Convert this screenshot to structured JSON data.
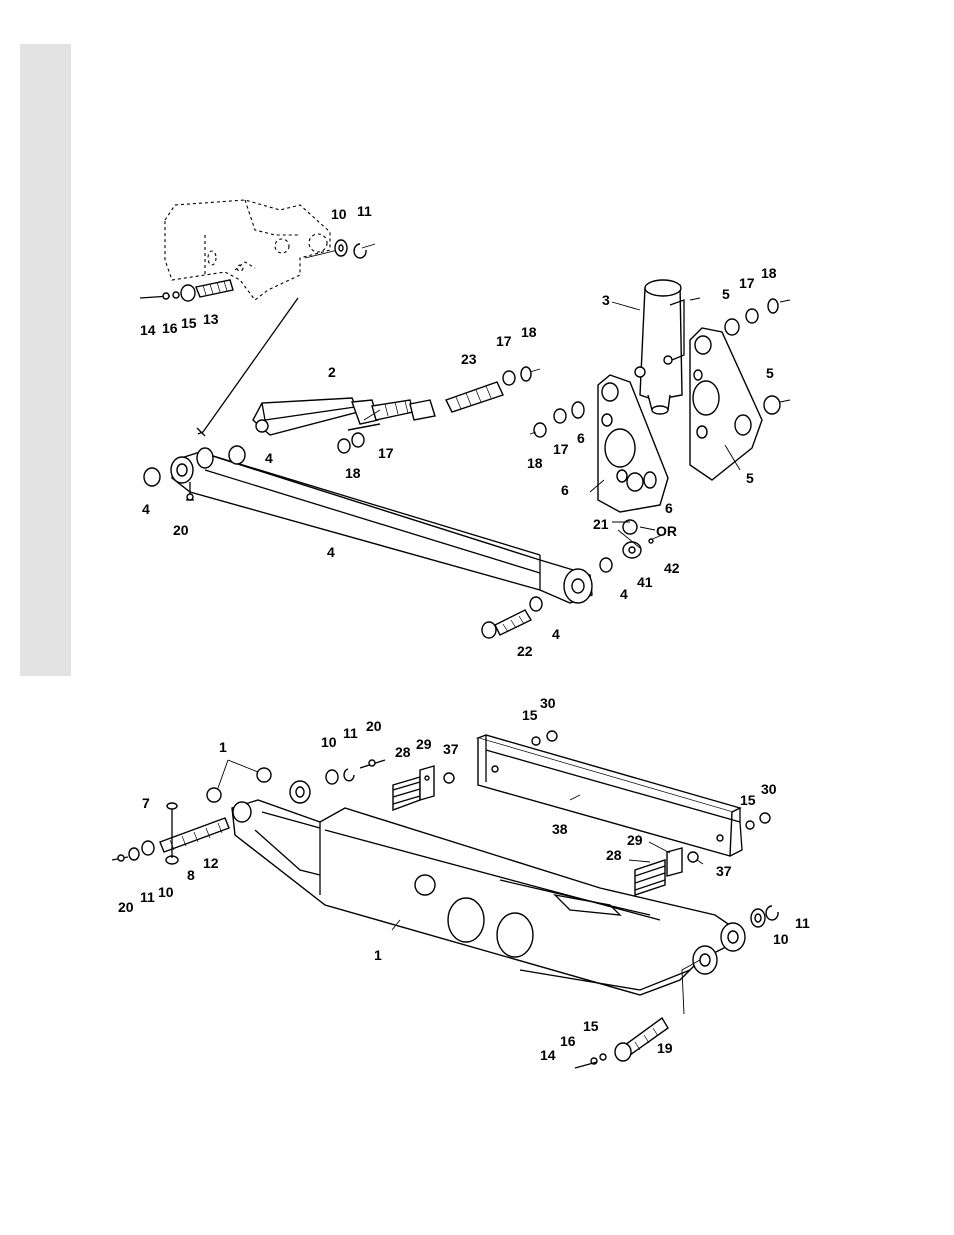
{
  "figure": {
    "upper_assembly": {
      "callouts": [
        "10",
        "11",
        "14",
        "16",
        "15",
        "13",
        "2",
        "23",
        "17",
        "18",
        "3",
        "5",
        "17",
        "18",
        "5",
        "18",
        "17",
        "6",
        "17",
        "18",
        "4",
        "4",
        "20",
        "4",
        "6",
        "6",
        "5",
        "21",
        "OR",
        "41",
        "42",
        "4",
        "22",
        "4"
      ]
    },
    "lower_assembly": {
      "callouts": [
        "30",
        "15",
        "1",
        "10",
        "11",
        "20",
        "28",
        "29",
        "37",
        "7",
        "12",
        "8",
        "20",
        "11",
        "10",
        "38",
        "15",
        "30",
        "29",
        "28",
        "37",
        "1",
        "11",
        "10",
        "15",
        "16",
        "14",
        "19"
      ]
    }
  }
}
